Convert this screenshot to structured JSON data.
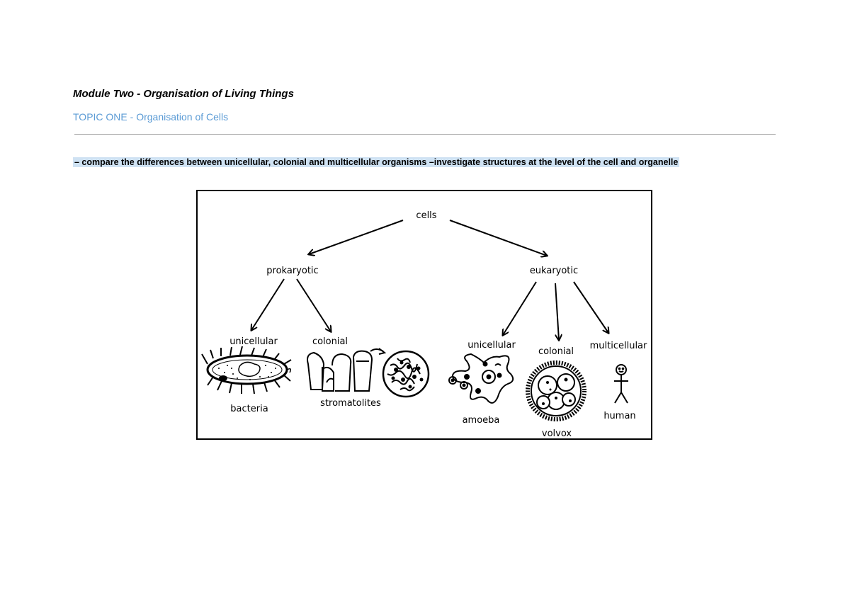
{
  "header": {
    "module_title": "Module Two - Organisation of Living Things",
    "topic_title": "TOPIC ONE - Organisation of Cells"
  },
  "syllabus": {
    "outcome_text": "– compare the differences between unicellular, colonial and multicellular organisms –investigate structures at the level of the cell and organelle"
  },
  "diagram": {
    "root": "cells",
    "prokaryotic": "prokaryotic",
    "eukaryotic": "eukaryotic",
    "pro_unicellular": "unicellular",
    "pro_colonial": "colonial",
    "eu_unicellular": "unicellular",
    "eu_colonial": "colonial",
    "eu_multicellular": "multicellular",
    "bacteria": "bacteria",
    "stromatolites": "stromatolites",
    "amoeba": "amoeba",
    "volvox": "volvox",
    "human": "human"
  },
  "colors": {
    "topic_blue": "#5b9bd5",
    "highlight": "#cfe2f3"
  }
}
